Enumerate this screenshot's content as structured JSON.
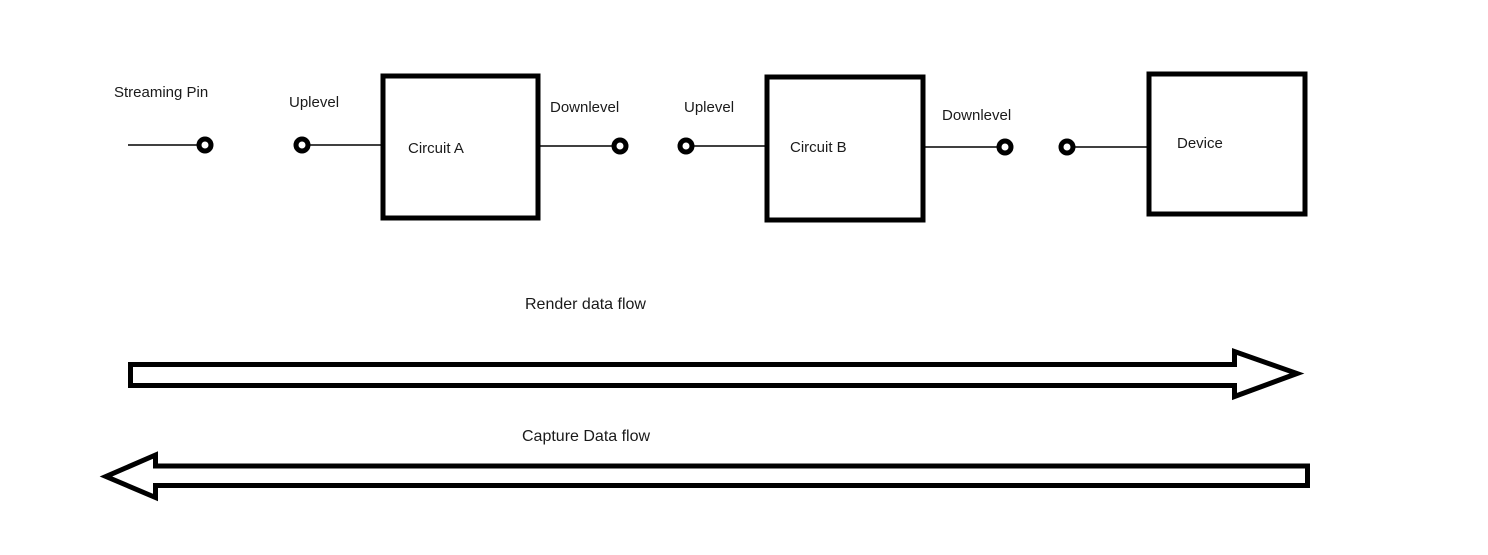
{
  "diagram": {
    "title_hint": "audio streaming pipeline block diagram",
    "colors": {
      "background": "#ffffff",
      "stroke": "#000000",
      "text": "#1a1a1a"
    },
    "pins": {
      "streaming": {
        "label": "Streaming Pin"
      },
      "circuit_a_uplevel": {
        "label": "Uplevel"
      },
      "circuit_a_downlevel": {
        "label": "Downlevel"
      },
      "circuit_b_uplevel": {
        "label": "Uplevel"
      },
      "circuit_b_downlevel": {
        "label": "Downlevel"
      }
    },
    "nodes": {
      "circuit_a": {
        "label": "Circuit A"
      },
      "circuit_b": {
        "label": "Circuit B"
      },
      "device": {
        "label": "Device"
      }
    },
    "flows": {
      "render": {
        "label": "Render data flow",
        "direction": "right"
      },
      "capture": {
        "label": "Capture Data flow",
        "direction": "left"
      }
    }
  }
}
